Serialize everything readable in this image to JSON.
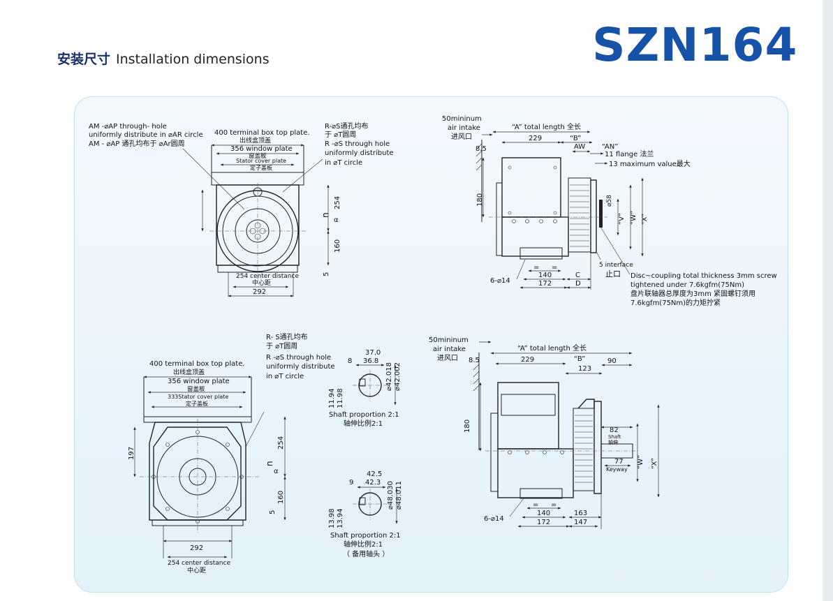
{
  "header": {
    "title_cn": "安装尺寸",
    "title_en": "Installation dimensions",
    "model": "SZN164"
  },
  "d1": {
    "am_en_1": "AM -⌀AP  through- hole",
    "am_en_2": "uniformly  distribute  in  ⌀AR circle",
    "am_cn": "AM - ⌀AP  通孔均布于  ⌀Ar圆周",
    "tb_en": "400 terminal box top plate.",
    "tb_cn": "出线盒顶盖",
    "win_en": "356 window plate",
    "win_cn": "窗盖板",
    "stator_en": "Stator cover plate",
    "stator_cn": "定子盖板",
    "r_cn_1": "R-⌀S通孔均布",
    "r_cn_2": "于 ⌀T圆周",
    "r_en_1": "R -⌀S through hole",
    "r_en_2": "uniformly distribute",
    "r_en_3": "in  ⌀T circle",
    "d254": "254",
    "d160": "160",
    "d5": "5",
    "n": "n",
    "alpha": "α",
    "cd_en": "254 center distance",
    "cd_cn": "中心距",
    "d292": "292"
  },
  "d2": {
    "air_1": "50mininum",
    "air_2": "air intake",
    "air_cn": "进风口",
    "a_total": "“A” total length 全长",
    "d229": "229",
    "b": "“B”",
    "an": "“AN”",
    "aw": "AW",
    "d85": "8.5",
    "flange": "11 flange  法兰",
    "max13": "13 maximum value最大",
    "d180": "180",
    "d58": "⌀58",
    "v": "“V”",
    "w": "“W”",
    "x": "“X”",
    "holes": "6-⌀14",
    "d140": "140",
    "d172": "172",
    "c": "C",
    "dd": "D",
    "eq1": "=",
    "eq2": "=",
    "iface_en": "5 interface",
    "iface_cn": "止口",
    "disc_1": "Disc~coupling total thickness 3mm screw",
    "disc_2": "tightened under 7.6kgfm(75Nm)",
    "disc_3": "盘片联轴器总厚度为3mm 紧固螺钉须用",
    "disc_4": "7.6kgfm(75Nm)的力矩拧紧"
  },
  "d3": {
    "tb_en": "400 terminal box top plate.",
    "tb_cn": "出线盒顶盖",
    "win_en": "356 window plate",
    "win_cn": "窗盖板",
    "stator_en": "333Stator cover plate",
    "stator_cn": "定子盖板",
    "r_cn_1": "R-   S通孔均布",
    "r_cn_2": "于 ⌀T圆周",
    "r_en_1": "R -⌀S through hole",
    "r_en_2": "uniformly distribute",
    "r_en_3": "in  ⌀T circle",
    "d197": "197",
    "d254": "254",
    "d160": "160",
    "d5": "5",
    "n": "n",
    "alpha": "α",
    "d292": "292",
    "cd_en": "254 center distance",
    "cd_cn": "中心距"
  },
  "shaft1": {
    "d8": "8",
    "d370": "37.0",
    "d368": "36.8",
    "dia1": "⌀42.018",
    "dia2": "⌀42.002",
    "h1": "11.94",
    "h2": "11.98",
    "prop": "Shaft proportion 2:1",
    "prop_cn": "轴伸比例2:1"
  },
  "shaft2": {
    "d9": "9",
    "d425": "42.5",
    "d423": "42.3",
    "dia1": "⌀48.030",
    "dia2": "⌀48.011",
    "h1": "13.98",
    "h2": "13.94",
    "prop": "Shaft proportion 2:1",
    "prop_cn": "轴伸比例2:1",
    "spare": "（ 备用轴头 ）"
  },
  "d4": {
    "air_1": "50mininum",
    "air_2": "air intake",
    "air_cn": "进风口",
    "a_total": "“A” total length 全长",
    "d229": "229",
    "b": "“B”",
    "d85": "8.5",
    "d90": "90",
    "d123": "123",
    "d180": "180",
    "d82": "82",
    "shaft_cn": "Shaft",
    "shaft_cn2": "轴伸",
    "w": "“W”",
    "x": "“X”",
    "d77": "77",
    "keyway": "Keyway",
    "holes": "6-⌀14",
    "d140": "140",
    "d172": "172",
    "d163": "163",
    "d147": "147",
    "eq1": "=",
    "eq2": "="
  }
}
